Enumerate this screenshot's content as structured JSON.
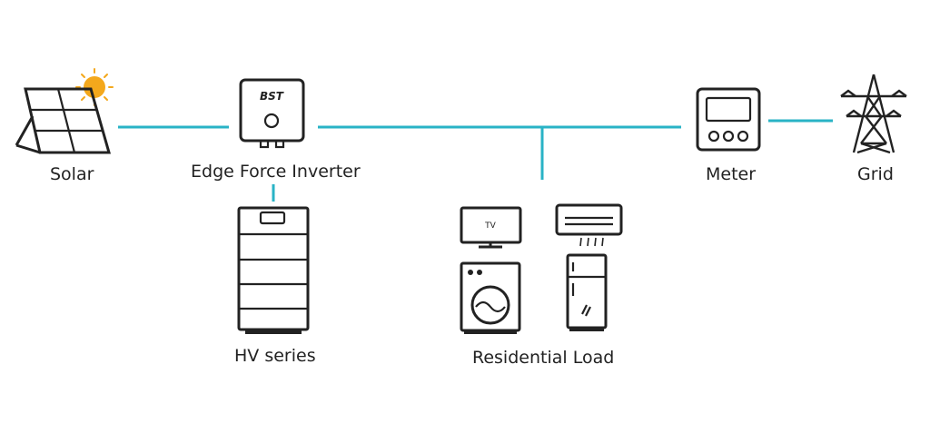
{
  "colors": {
    "connector": "#29b3c6",
    "outline": "#222222",
    "sun": "#f4a81c",
    "background": "#ffffff"
  },
  "nodes": {
    "solar": {
      "label": "Solar",
      "icon": "solar-panel-icon"
    },
    "inverter": {
      "label": "Edge Force Inverter",
      "brand": "BST",
      "icon": "inverter-icon"
    },
    "battery": {
      "label": "HV series",
      "icon": "battery-stack-icon"
    },
    "load": {
      "label": "Residential Load",
      "tv_text": "TV",
      "icons": [
        "tv-icon",
        "air-conditioner-icon",
        "washing-machine-icon",
        "refrigerator-icon"
      ]
    },
    "meter": {
      "label": "Meter",
      "icon": "meter-icon"
    },
    "grid": {
      "label": "Grid",
      "icon": "transmission-tower-icon"
    }
  }
}
